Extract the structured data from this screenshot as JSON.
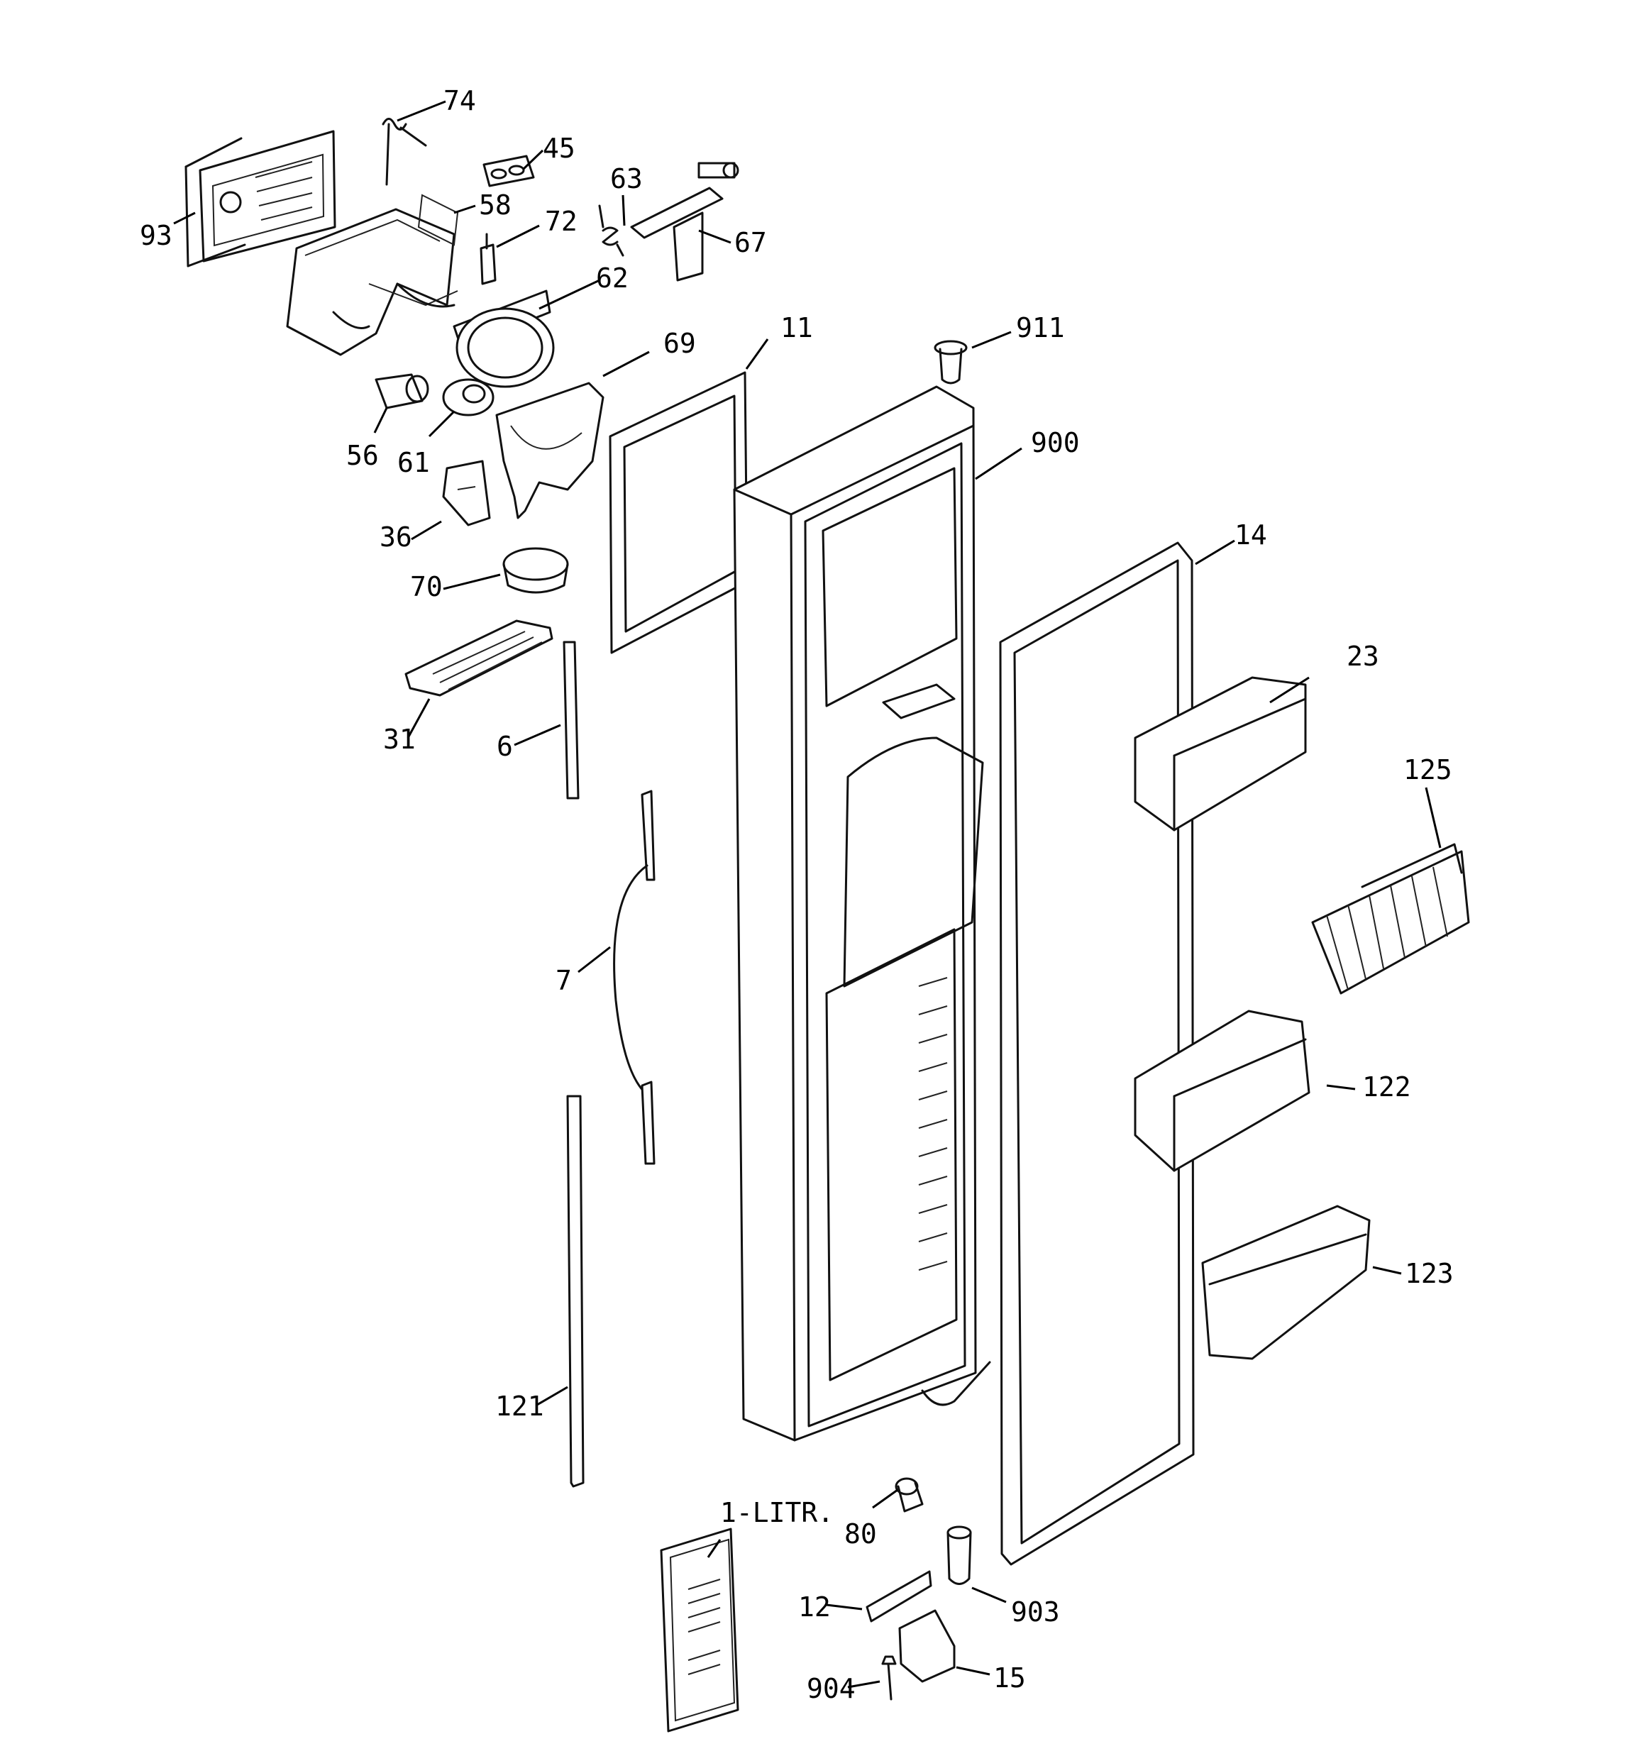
{
  "diagram": {
    "labels": {
      "p74": "74",
      "p45": "45",
      "p63": "63",
      "p58": "58",
      "p72": "72",
      "p93": "93",
      "p67": "67",
      "p62": "62",
      "p11": "11",
      "p911": "911",
      "p69": "69",
      "p56": "56",
      "p61": "61",
      "p900": "900",
      "p36": "36",
      "p14": "14",
      "p70": "70",
      "p23": "23",
      "p31": "31",
      "p6": "6",
      "p125": "125",
      "p7": "7",
      "p122": "122",
      "p123": "123",
      "p121": "121",
      "p1litr": "1-LITR.",
      "p80": "80",
      "p12": "12",
      "p903": "903",
      "p904": "904",
      "p15": "15"
    }
  }
}
